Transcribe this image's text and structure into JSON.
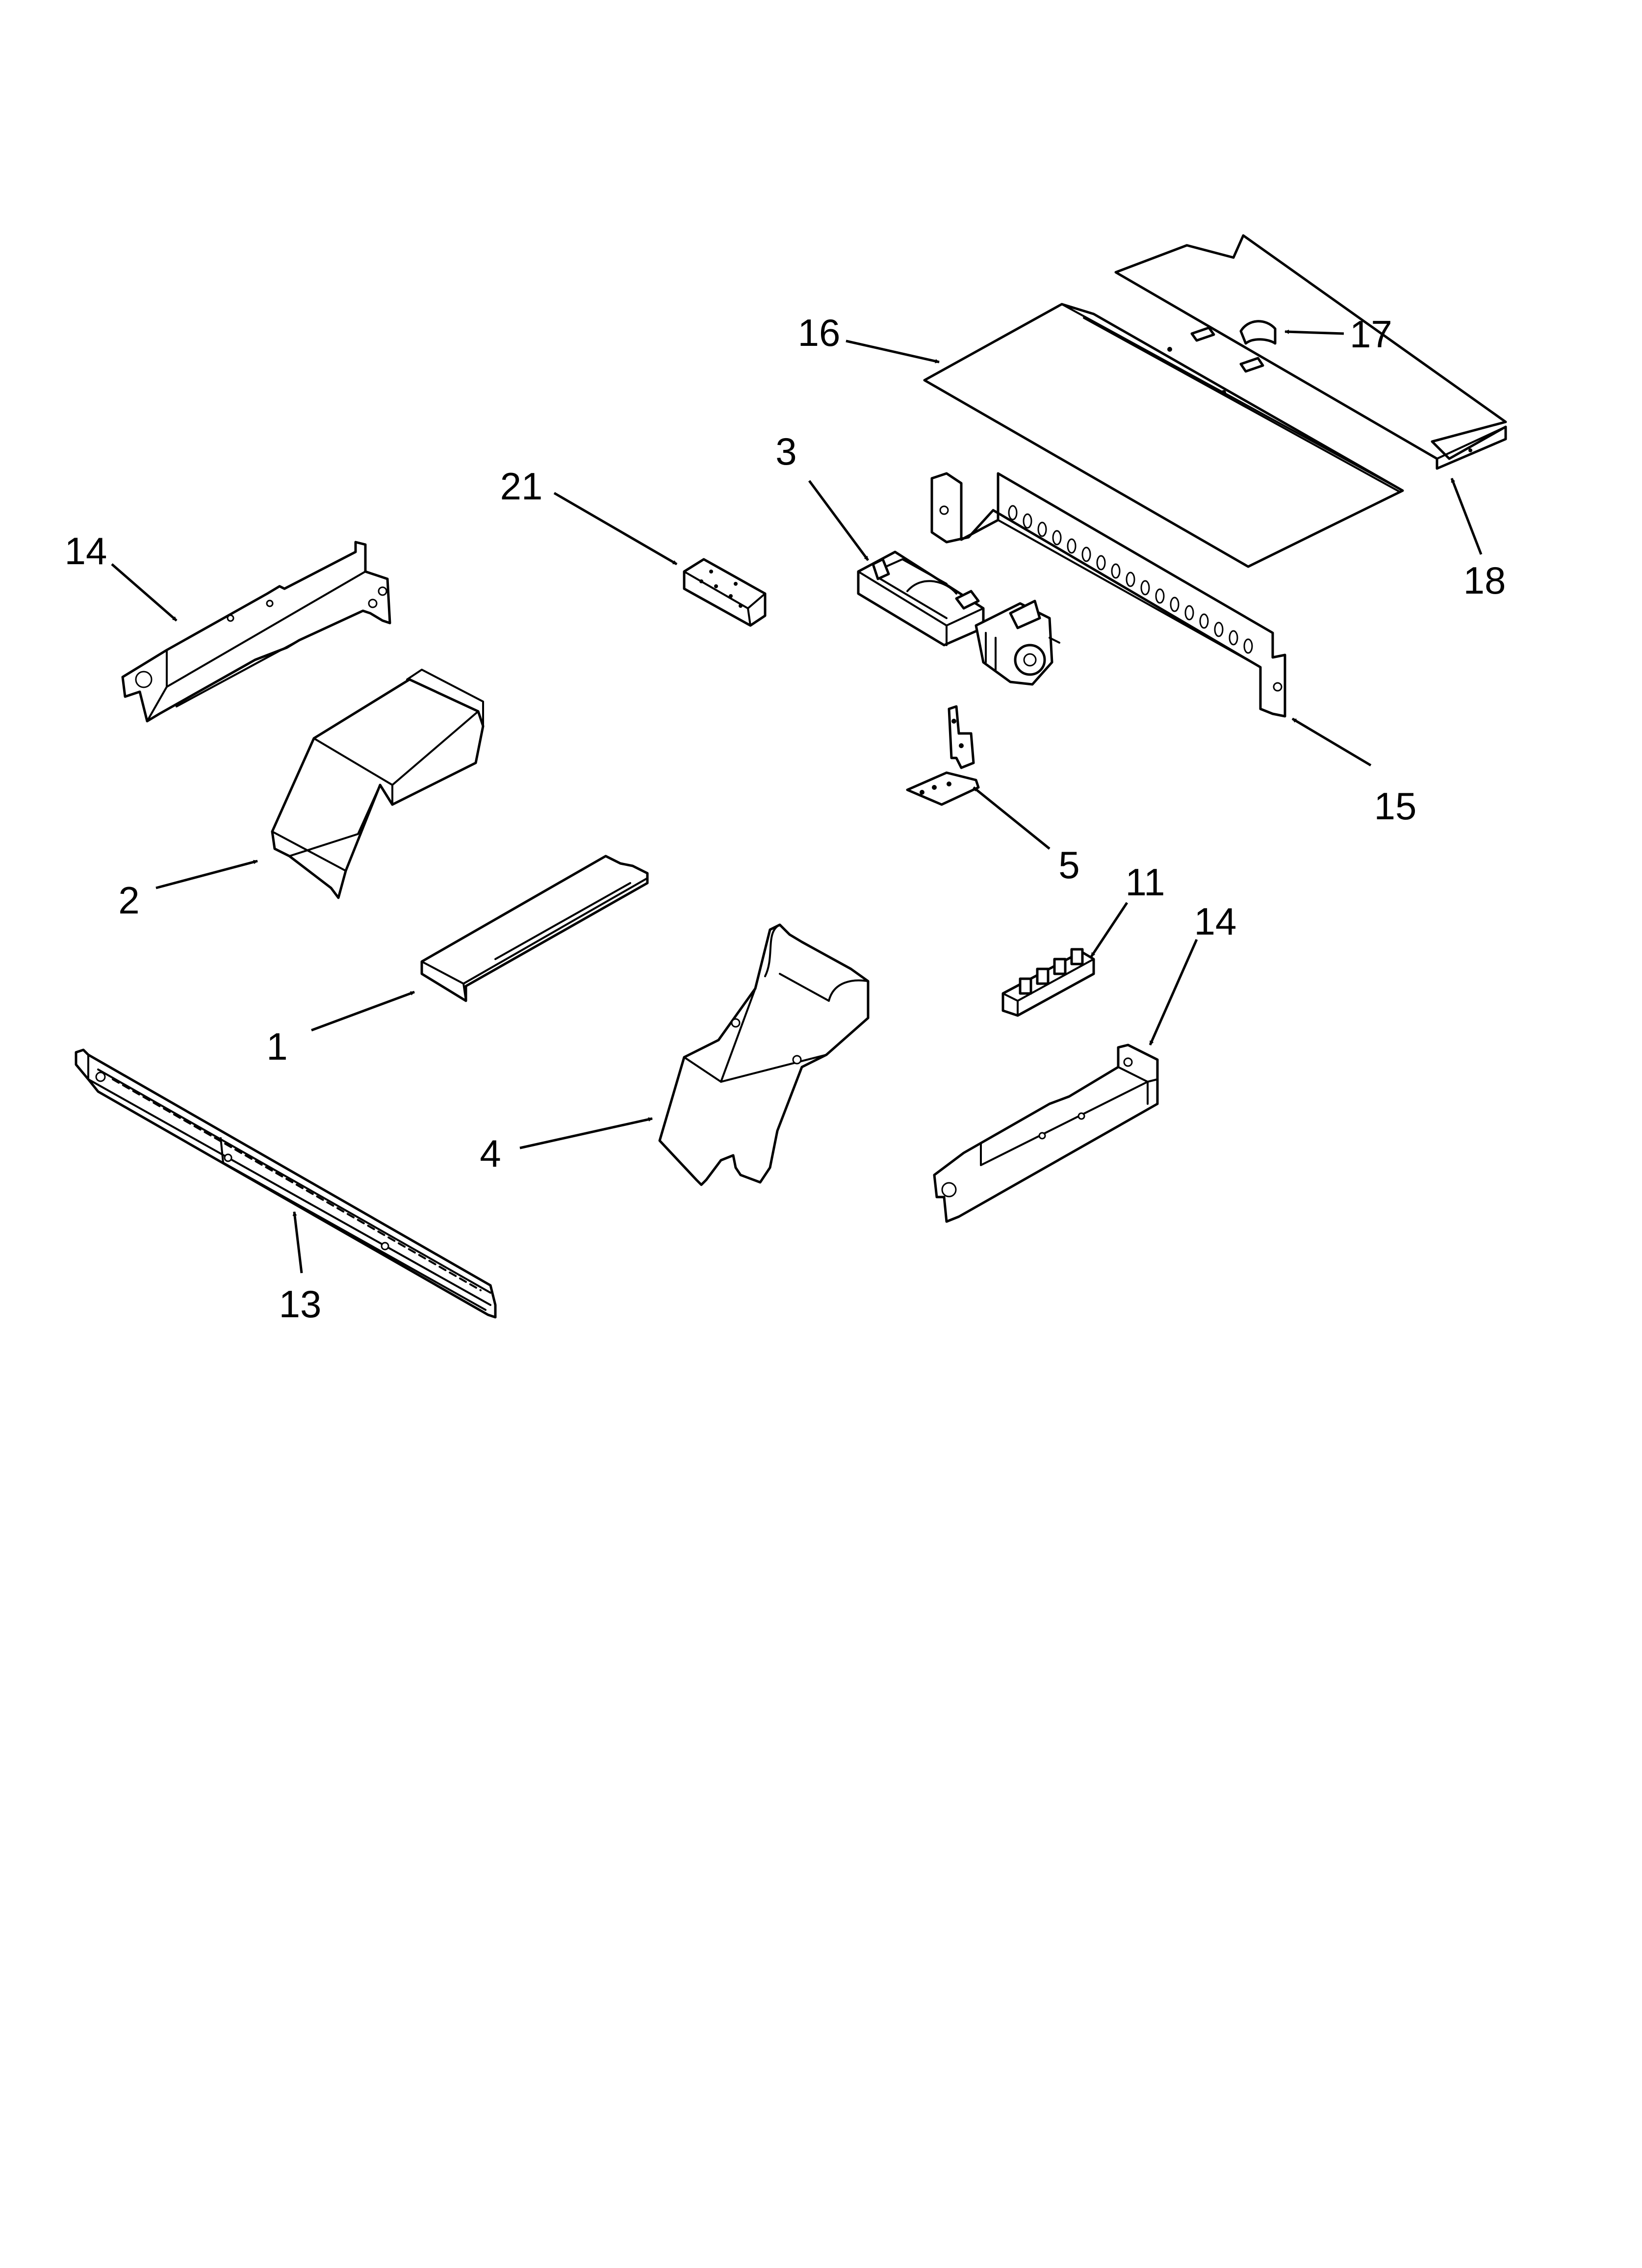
{
  "diagram": {
    "callouts": [
      {
        "id": "c1",
        "label": "1"
      },
      {
        "id": "c2",
        "label": "2"
      },
      {
        "id": "c3",
        "label": "3"
      },
      {
        "id": "c4",
        "label": "4"
      },
      {
        "id": "c5",
        "label": "5"
      },
      {
        "id": "c11",
        "label": "11"
      },
      {
        "id": "c13",
        "label": "13"
      },
      {
        "id": "c14a",
        "label": "14"
      },
      {
        "id": "c14b",
        "label": "14"
      },
      {
        "id": "c15",
        "label": "15"
      },
      {
        "id": "c16",
        "label": "16"
      },
      {
        "id": "c17",
        "label": "17"
      },
      {
        "id": "c18",
        "label": "18"
      },
      {
        "id": "c21",
        "label": "21"
      }
    ]
  },
  "colors": {
    "line": "#000000",
    "background": "#ffffff"
  }
}
